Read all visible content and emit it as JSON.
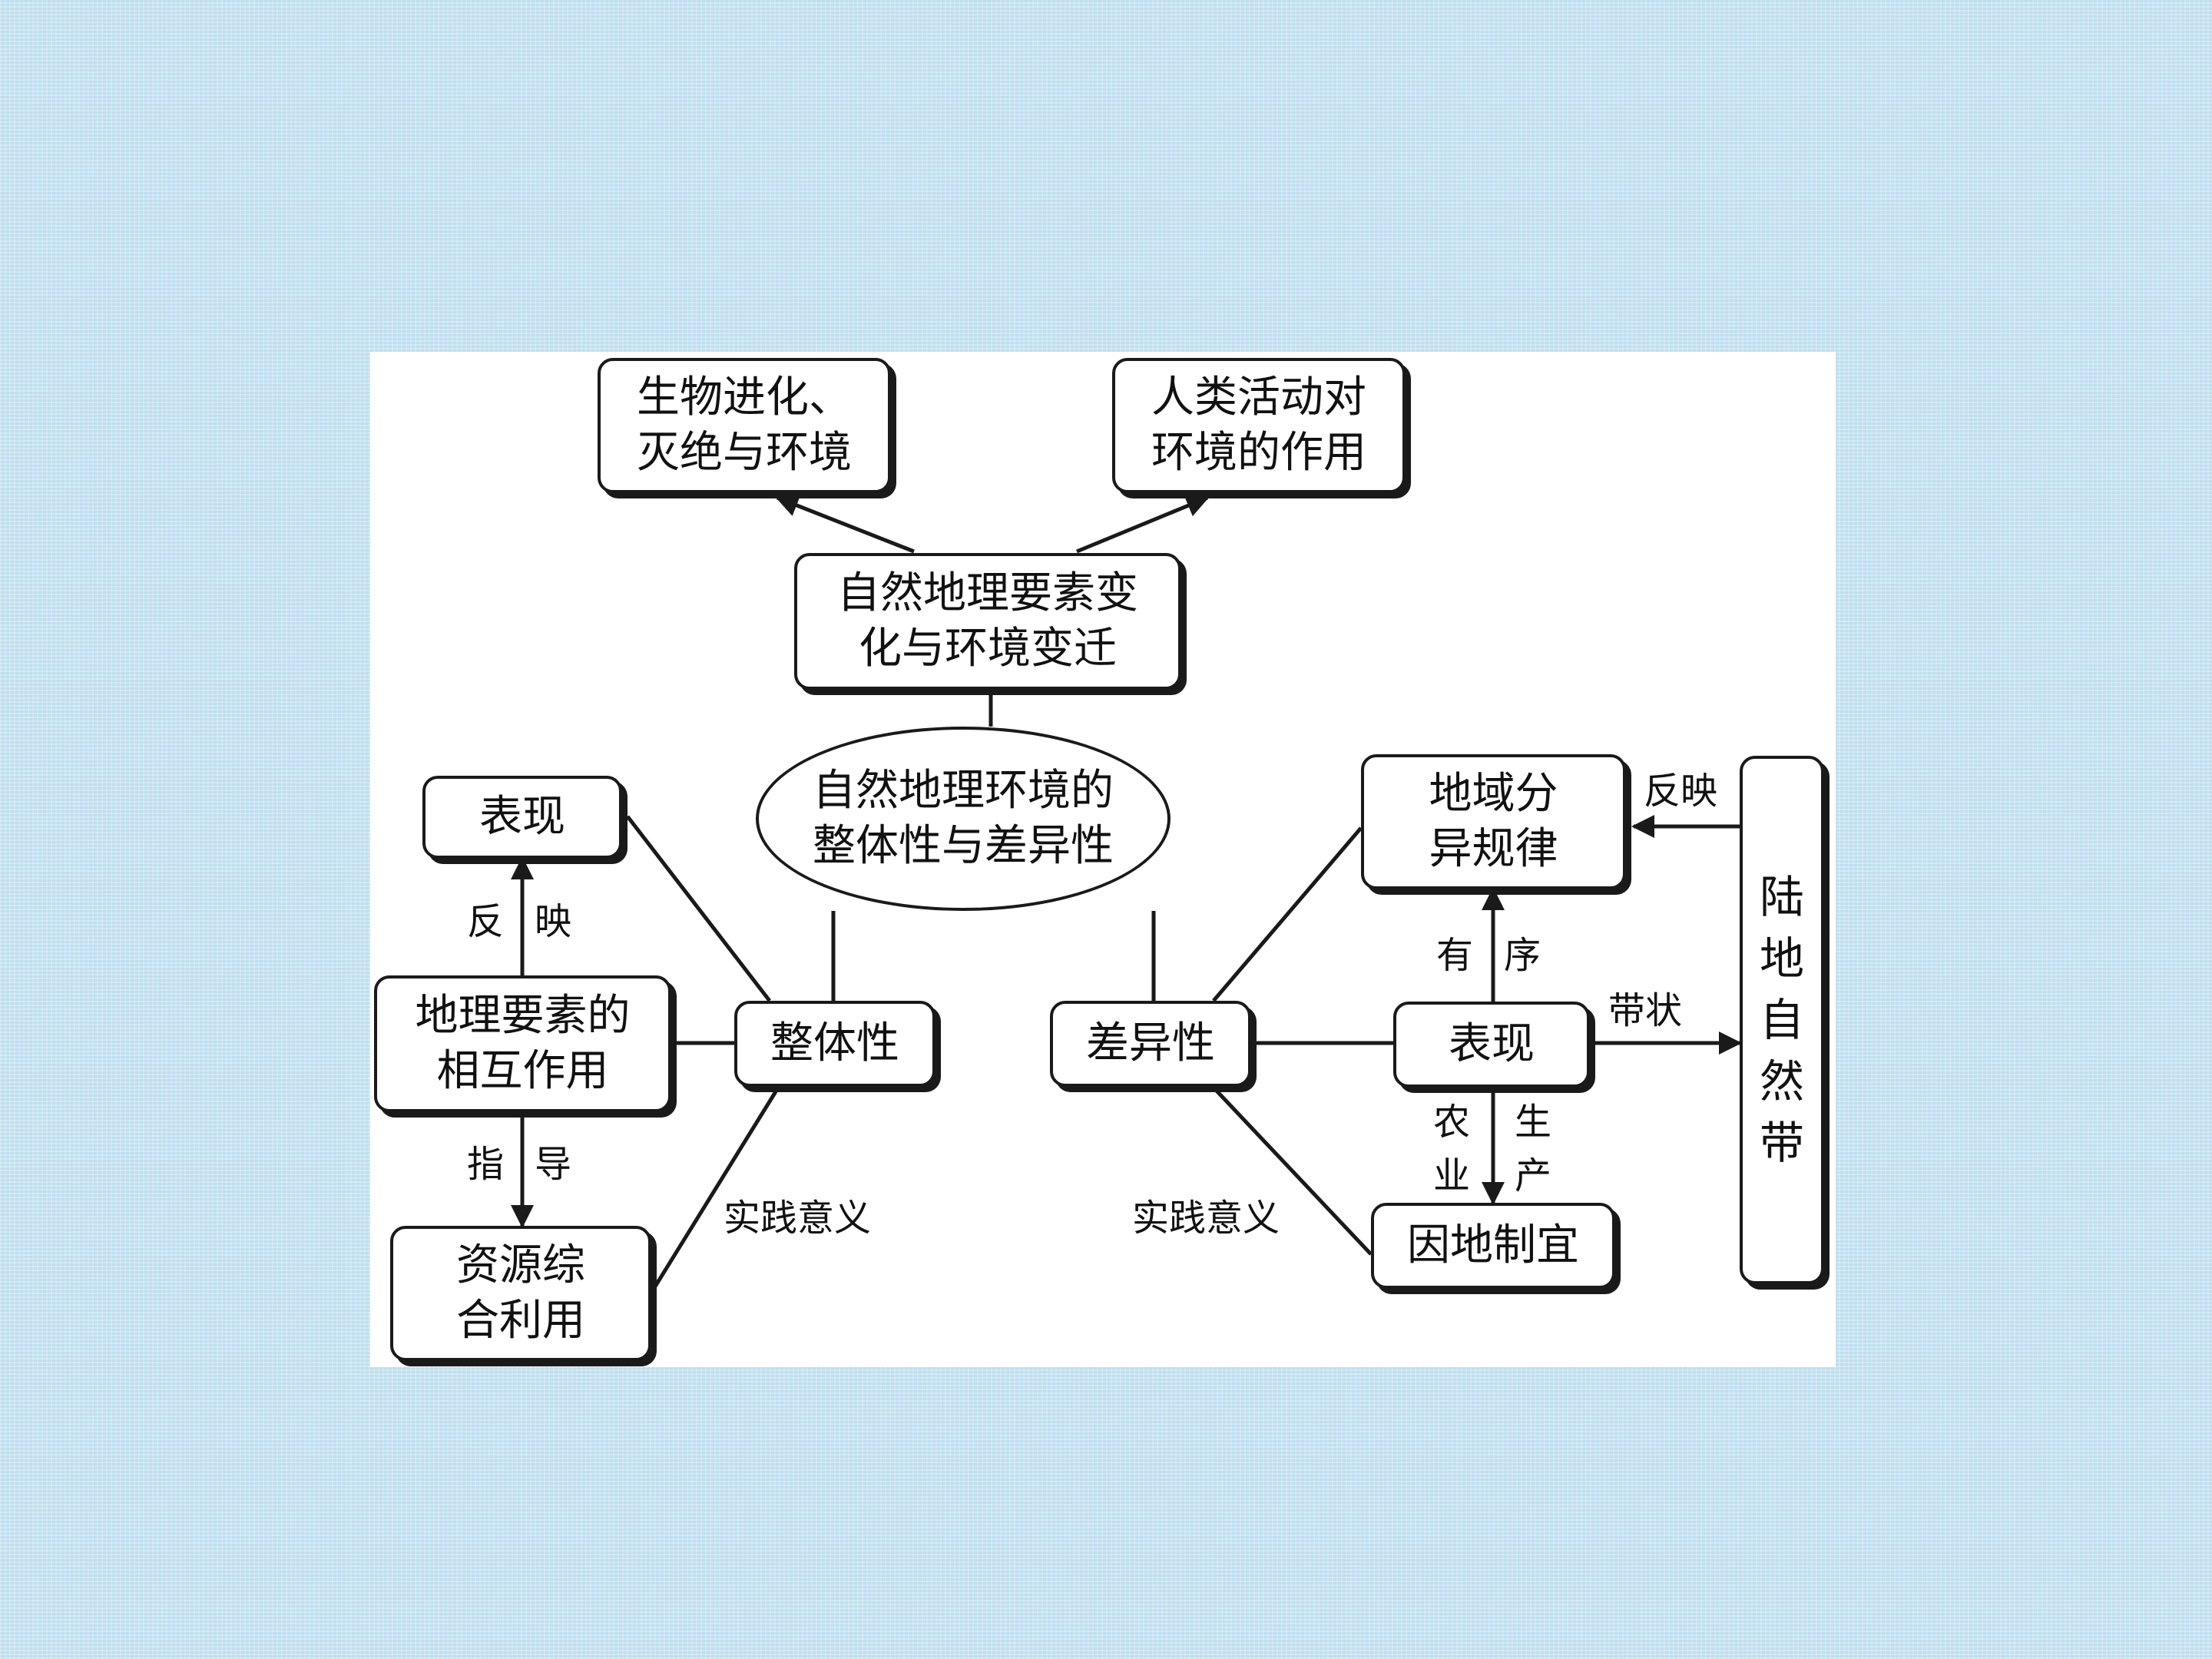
{
  "nodes": {
    "center": [
      "自然地理环境的",
      "整体性与差异性"
    ],
    "change": [
      "自然地理要素变",
      "化与环境变迁"
    ],
    "evolution": [
      "生物进化、",
      "灭绝与环境"
    ],
    "human": [
      "人类活动对",
      "环境的作用"
    ],
    "integrity": "整体性",
    "difference": "差异性",
    "manifest_left": "表现",
    "interaction": [
      "地理要素的",
      "相互作用"
    ],
    "resource": [
      "资源综",
      "合利用"
    ],
    "regional": [
      "地域分",
      "异规律"
    ],
    "manifest_right": "表现",
    "adapt": "因地制宜",
    "zone": "陆地自然带"
  },
  "labels": {
    "reflect_left_1": "反",
    "reflect_left_2": "映",
    "guide_1": "指",
    "guide_2": "导",
    "practice_left": "实践意义",
    "practice_right": "实践意义",
    "ordered_1": "有",
    "ordered_2": "序",
    "belt": "带状",
    "reflect_right": "反映",
    "agri_col1": "农业",
    "agri_col2": "生产"
  },
  "colors": {
    "background": "#cbe7f4",
    "panel": "#ffffff",
    "stroke": "#1a1a1a"
  }
}
